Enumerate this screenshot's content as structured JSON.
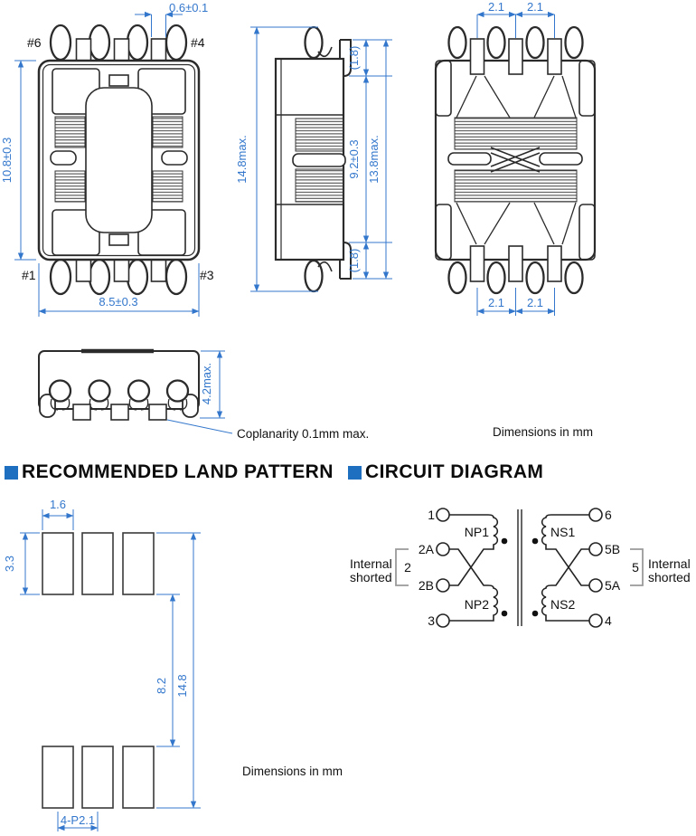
{
  "colors": {
    "dimension_blue": "#3377cc",
    "heading_blue": "#1e6fc0",
    "line_dark": "#2b2b2b"
  },
  "headings": {
    "land_pattern": "RECOMMENDED LAND PATTERN",
    "circuit": "CIRCUIT DIAGRAM"
  },
  "notes": {
    "units_top": "Dimensions in mm",
    "units_land": "Dimensions in mm",
    "coplanarity": "Coplanarity 0.1mm max."
  },
  "top_view": {
    "pin_top_left": "#6",
    "pin_top_right": "#4",
    "pin_bottom_left": "#1",
    "pin_bottom_right": "#3",
    "dim_tab_width": "0.6±0.1",
    "dim_height": "10.8±0.3",
    "dim_width": "8.5±0.3"
  },
  "side_view": {
    "dim_overall_height": "14.8max.",
    "dim_lead_top": "(1.8)",
    "dim_core_height": "9.2±0.3",
    "dim_lead_span": "13.8max.",
    "dim_lead_bottom": "(1.8)"
  },
  "rear_view": {
    "dim_pitch_top_1": "2.1",
    "dim_pitch_top_2": "2.1",
    "dim_pitch_bottom_1": "2.1",
    "dim_pitch_bottom_2": "2.1"
  },
  "front_view": {
    "dim_height": "4.2max."
  },
  "land_pattern": {
    "dim_pad_width": "1.6",
    "dim_pad_height": "3.3",
    "dim_row_gap": "8.2",
    "dim_overall_height": "14.8",
    "dim_pitch": "4-P2.1"
  },
  "circuit": {
    "primary": {
      "terminal_1": "1",
      "terminal_2a": "2A",
      "terminal_2b": "2B",
      "terminal_3": "3",
      "winding_top": "NP1",
      "winding_bottom": "NP2",
      "bracket_label": "2",
      "shorted_1": "Internal",
      "shorted_2": "shorted"
    },
    "secondary": {
      "terminal_6": "6",
      "terminal_5b": "5B",
      "terminal_5a": "5A",
      "terminal_4": "4",
      "winding_top": "NS1",
      "winding_bottom": "NS2",
      "bracket_label": "5",
      "shorted_1": "Internal",
      "shorted_2": "shorted"
    }
  }
}
